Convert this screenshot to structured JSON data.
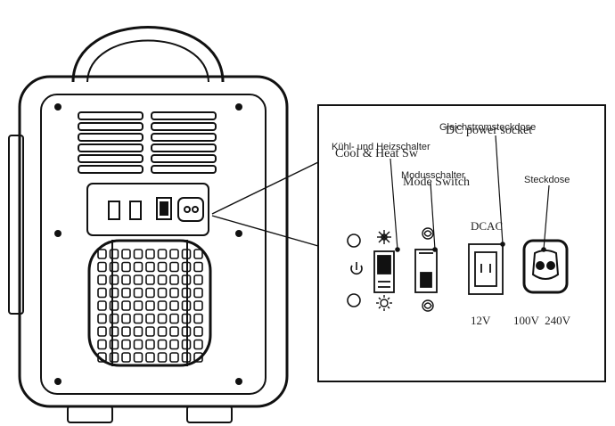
{
  "labels": {
    "cool_heat_switch_de": "Kühl- und Heizschalter",
    "cool_heat_switch_en": "Cool & Heat Sw",
    "dc_socket_de": "Gleichstromsteckdose",
    "dc_socket_en": "DC power socket",
    "mode_switch_de": "Modusschalter",
    "mode_switch_en": "Mode Switch",
    "ac_socket_de": "Steckdose",
    "dcac": "DCAC",
    "voltage_12v": "12V",
    "voltage_ac": "100V  240V"
  },
  "icons": {
    "cool": "snowflake-icon",
    "heat": "sun-icon",
    "power": "power-icon",
    "mode_top": "swirl-icon",
    "mode_bottom": "swirl-icon"
  },
  "colors": {
    "line": "#111111",
    "background": "#ffffff"
  }
}
